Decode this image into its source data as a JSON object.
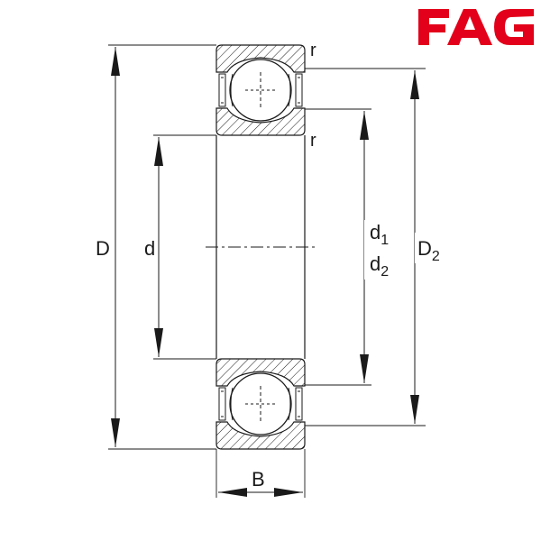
{
  "brand": {
    "name": "FAG",
    "color": "#e2001a"
  },
  "labels": {
    "outer_diameter": "D",
    "bore_diameter": "d",
    "width": "B",
    "chamfer_top": "r",
    "chamfer_inner": "r",
    "shoulder_d": "d",
    "shoulder_d_sub": "1",
    "shoulder_d2": "d",
    "shoulder_d2_sub": "2",
    "shoulder_D": "D",
    "shoulder_D_sub": "2"
  },
  "colors": {
    "line": "#1a1a1a",
    "hatch": "#1a1a1a",
    "background": "#ffffff"
  }
}
